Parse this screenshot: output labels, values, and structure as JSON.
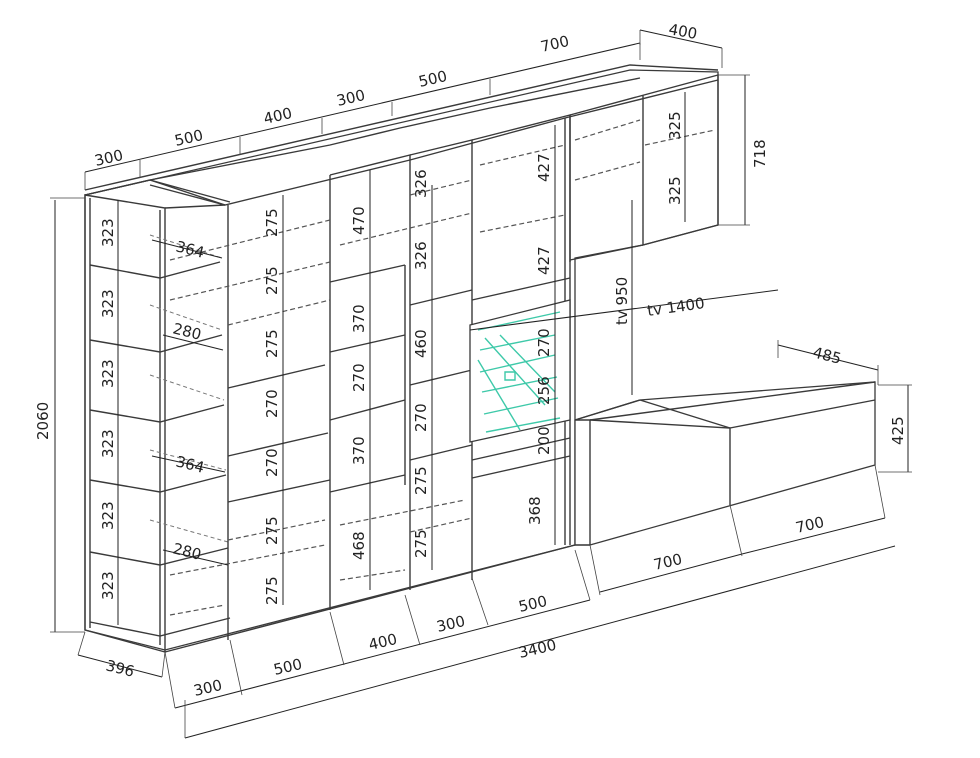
{
  "dimensions": {
    "top_segments": [
      "300",
      "500",
      "400",
      "300",
      "500",
      "700",
      "400"
    ],
    "bottom_segments": [
      "300",
      "500",
      "400",
      "300",
      "500"
    ],
    "total_length": "3400",
    "total_height": "2060",
    "left_depth": "396",
    "left_shelf_spacing": [
      "323",
      "323",
      "323",
      "323",
      "323",
      "323"
    ],
    "inner_depths": [
      "364",
      "280",
      "364",
      "280"
    ],
    "bay2_heights": [
      "275",
      "275",
      "275",
      "270",
      "270",
      "275",
      "275"
    ],
    "bay3_heights": [
      "470",
      "370",
      "270",
      "370",
      "468"
    ],
    "bay4_heights": [
      "326",
      "326",
      "460",
      "270",
      "275",
      "275"
    ],
    "bay5_heights": [
      "427",
      "427",
      "270",
      "256",
      "200",
      "368"
    ],
    "wall_cabinet_heights": [
      "325",
      "325"
    ],
    "wall_cabinet_total": "718",
    "tv_height": "tv 950",
    "tv_width": "tv 1400",
    "tv_stand_depth": "485",
    "tv_stand_height": "425",
    "tv_stand_segments": [
      "700",
      "700"
    ],
    "tv_stand_bottom": "700"
  },
  "colors": {
    "line": "#3a3a3a",
    "glass": "#3ec9a9"
  }
}
